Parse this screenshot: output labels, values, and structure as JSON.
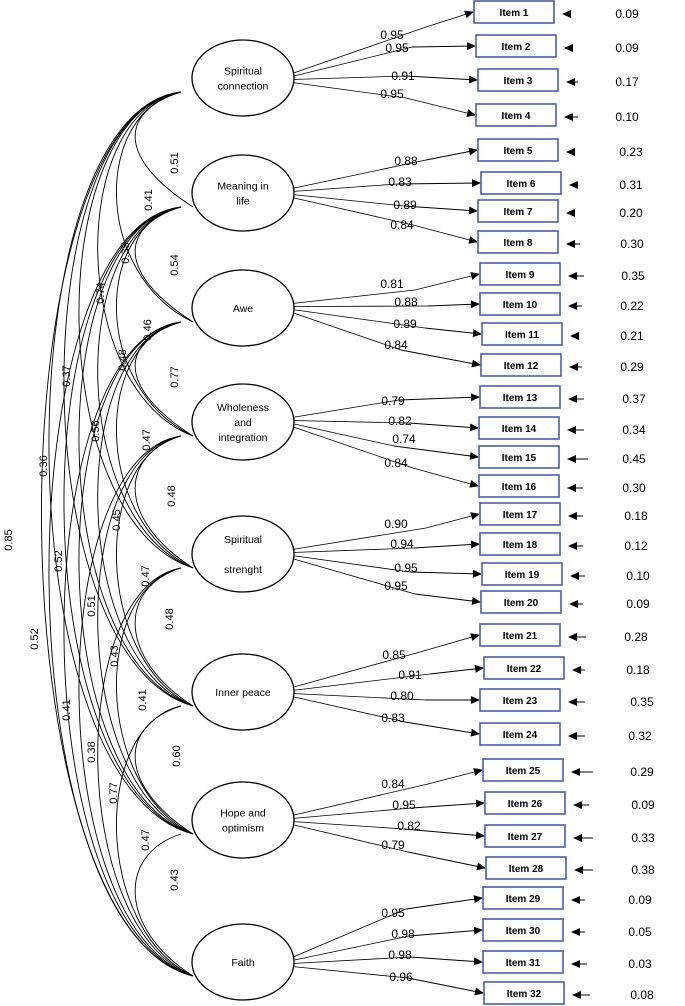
{
  "diagram": {
    "colors": {
      "item_border": "#4a5fa8",
      "line": "#000000",
      "background": "#ffffff"
    },
    "factors": [
      {
        "label_lines": [
          "Spiritual",
          "connection"
        ],
        "items": [
          {
            "label": "Item 1",
            "loading": "0.95",
            "error": "0.09"
          },
          {
            "label": "Item 2",
            "loading": "0.95",
            "error": "0.09"
          },
          {
            "label": "Item 3",
            "loading": "0.91",
            "error": "0.17"
          },
          {
            "label": "Item 4",
            "loading": "0.95",
            "error": "0.10"
          }
        ]
      },
      {
        "label_lines": [
          "Meaning in",
          "life"
        ],
        "items": [
          {
            "label": "Item 5",
            "loading": "0.88",
            "error": "0.23"
          },
          {
            "label": "Item 6",
            "loading": "0.83",
            "error": "0.31"
          },
          {
            "label": "Item 7",
            "loading": "0.89",
            "error": "0.20"
          },
          {
            "label": "Item 8",
            "loading": "0.84",
            "error": "0.30"
          }
        ]
      },
      {
        "label_lines": [
          "Awe"
        ],
        "items": [
          {
            "label": "Item 9",
            "loading": "0.81",
            "error": "0.35"
          },
          {
            "label": "Item 10",
            "loading": "0.88",
            "error": "0.22"
          },
          {
            "label": "Item 11",
            "loading": "0.89",
            "error": "0.21"
          },
          {
            "label": "Item 12",
            "loading": "0.84",
            "error": "0.29"
          }
        ]
      },
      {
        "label_lines": [
          "Wholeness",
          "and",
          "integration"
        ],
        "items": [
          {
            "label": "Item 13",
            "loading": "0.79",
            "error": "0.37"
          },
          {
            "label": "Item 14",
            "loading": "0.82",
            "error": "0.34"
          },
          {
            "label": "Item 15",
            "loading": "0.74",
            "error": "0.45"
          },
          {
            "label": "Item 16",
            "loading": "0.84",
            "error": "0.30"
          }
        ]
      },
      {
        "label_lines": [
          "Spiritual",
          "",
          "strenght"
        ],
        "items": [
          {
            "label": "Item 17",
            "loading": "0.90",
            "error": "0.18"
          },
          {
            "label": "Item 18",
            "loading": "0.94",
            "error": "0.12"
          },
          {
            "label": "Item 19",
            "loading": "0.95",
            "error": "0.10"
          },
          {
            "label": "Item 20",
            "loading": "0.95",
            "error": "0.09"
          }
        ]
      },
      {
        "label_lines": [
          "Inner peace"
        ],
        "items": [
          {
            "label": "Item 21",
            "loading": "0.85",
            "error": "0.28"
          },
          {
            "label": "Item 22",
            "loading": "0.91",
            "error": "0.18"
          },
          {
            "label": "Item 23",
            "loading": "0.80",
            "error": "0.35"
          },
          {
            "label": "Item 24",
            "loading": "0.83",
            "error": "0.32"
          }
        ]
      },
      {
        "label_lines": [
          "Hope and",
          "optimism"
        ],
        "items": [
          {
            "label": "Item 25",
            "loading": "0.84",
            "error": "0.29"
          },
          {
            "label": "Item 26",
            "loading": "0.95",
            "error": "0.09"
          },
          {
            "label": "Item 27",
            "loading": "0.82",
            "error": "0.33"
          },
          {
            "label": "Item 28",
            "loading": "0.79",
            "error": "0.38"
          }
        ]
      },
      {
        "label_lines": [
          "Faith"
        ],
        "items": [
          {
            "label": "Item 29",
            "loading": "0.95",
            "error": "0.09"
          },
          {
            "label": "Item 30",
            "loading": "0.98",
            "error": "0.05"
          },
          {
            "label": "Item 31",
            "loading": "0.98",
            "error": "0.03"
          },
          {
            "label": "Item 32",
            "loading": "0.96",
            "error": "0.08"
          }
        ]
      }
    ],
    "correlations": [
      {
        "from": 0,
        "to": 1,
        "value": "0.51"
      },
      {
        "from": 1,
        "to": 2,
        "value": "0.54"
      },
      {
        "from": 2,
        "to": 3,
        "value": "0.77"
      },
      {
        "from": 3,
        "to": 4,
        "value": "0.48"
      },
      {
        "from": 4,
        "to": 5,
        "value": "0.48"
      },
      {
        "from": 5,
        "to": 6,
        "value": "0.60"
      },
      {
        "from": 6,
        "to": 7,
        "value": "0.43"
      },
      {
        "from": 0,
        "to": 2,
        "value": "0.41"
      },
      {
        "from": 1,
        "to": 3,
        "value": "0.46"
      },
      {
        "from": 2,
        "to": 4,
        "value": "0.47"
      },
      {
        "from": 3,
        "to": 5,
        "value": "0.47"
      },
      {
        "from": 4,
        "to": 6,
        "value": "0.41"
      },
      {
        "from": 5,
        "to": 7,
        "value": "0.47"
      },
      {
        "from": 0,
        "to": 3,
        "value": "0.35"
      },
      {
        "from": 1,
        "to": 4,
        "value": "0.48"
      },
      {
        "from": 2,
        "to": 5,
        "value": "0.45"
      },
      {
        "from": 3,
        "to": 6,
        "value": "0.43"
      },
      {
        "from": 4,
        "to": 7,
        "value": "0.77"
      },
      {
        "from": 0,
        "to": 4,
        "value": "0.74"
      },
      {
        "from": 1,
        "to": 5,
        "value": "0.56"
      },
      {
        "from": 2,
        "to": 6,
        "value": "0.51"
      },
      {
        "from": 3,
        "to": 7,
        "value": "0.38"
      },
      {
        "from": 0,
        "to": 5,
        "value": "0.37"
      },
      {
        "from": 1,
        "to": 6,
        "value": "0.52"
      },
      {
        "from": 2,
        "to": 7,
        "value": "0.41"
      },
      {
        "from": 0,
        "to": 6,
        "value": "0.36"
      },
      {
        "from": 1,
        "to": 7,
        "value": "0.52"
      },
      {
        "from": 0,
        "to": 7,
        "value": "0.85"
      }
    ]
  }
}
